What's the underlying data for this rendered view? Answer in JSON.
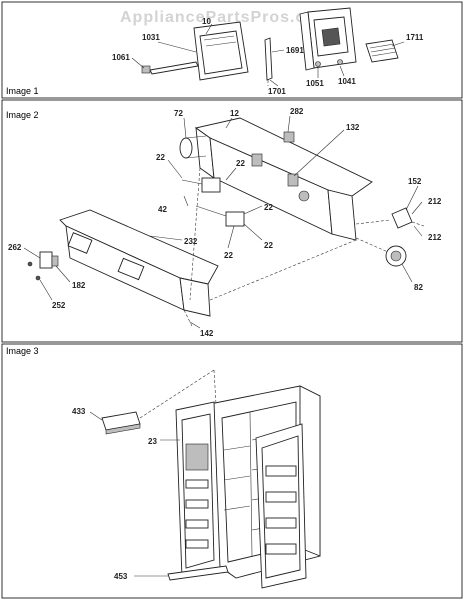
{
  "watermark": "AppliancePartsPros.com",
  "sections": [
    {
      "title": "Image 1"
    },
    {
      "title": "Image 2"
    },
    {
      "title": "Image 3"
    }
  ],
  "callouts": {
    "image1": [
      "1031",
      "1061",
      "1691",
      "1701",
      "1711",
      "1051",
      "1041",
      "10"
    ],
    "image2": [
      "72",
      "12",
      "282",
      "132",
      "22",
      "22",
      "42",
      "22",
      "22",
      "22",
      "152",
      "212",
      "212",
      "82",
      "232",
      "262",
      "182",
      "252",
      "142"
    ],
    "image3": [
      "433",
      "23",
      "453"
    ]
  }
}
